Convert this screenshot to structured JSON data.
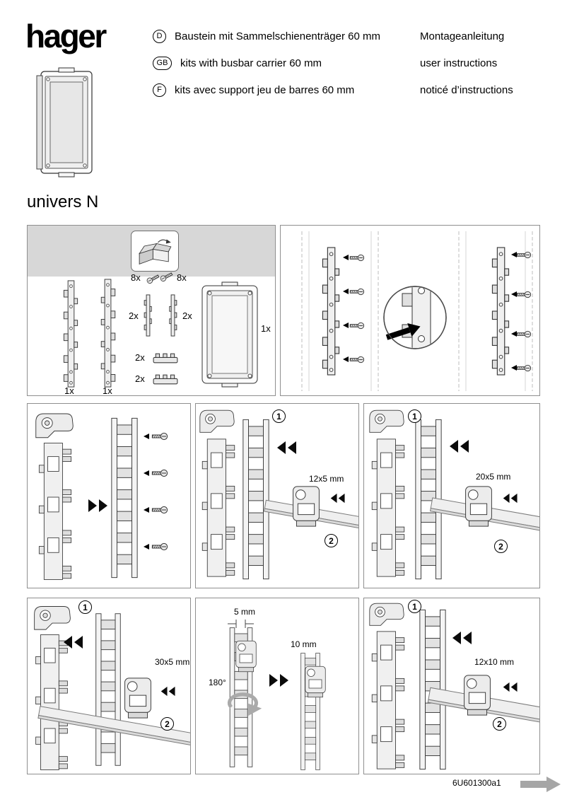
{
  "brand": {
    "logo": "hager",
    "series": "univers N"
  },
  "header": {
    "rows": [
      {
        "lang": "D",
        "title": "Baustein mit Sammelschienenträger 60 mm",
        "doc_type": "Montageanleitung"
      },
      {
        "lang": "GB",
        "title": "kits with busbar carrier 60 mm",
        "doc_type": "user instructions"
      },
      {
        "lang": "F",
        "title": "kits avec support jeu de barres 60 mm",
        "doc_type": "noticé d’instructions"
      }
    ]
  },
  "parts": {
    "qty_carrier_rail": "1x",
    "qty_support_rail": "1x",
    "qty_screws_a": "8x",
    "qty_screws_b": "8x",
    "qty_strip_a": "2x",
    "qty_strip_b": "2x",
    "qty_connector_a": "2x",
    "qty_connector_b": "2x",
    "qty_frame": "1x"
  },
  "steps": {
    "one": "1",
    "two": "2"
  },
  "dims": {
    "busbar_12x5": "12x5 mm",
    "busbar_20x5": "20x5 mm",
    "busbar_30x5": "30x5 mm",
    "busbar_12x10": "12x10 mm",
    "offset_5": "5 mm",
    "offset_10": "10 mm",
    "rotate_180": "180°"
  },
  "footer": {
    "doc_code": "6U601300a1"
  },
  "colors": {
    "panel_border": "#8f8f8f",
    "gray_band": "#d7d7d7",
    "footer_arrow": "#a6a6a6"
  }
}
